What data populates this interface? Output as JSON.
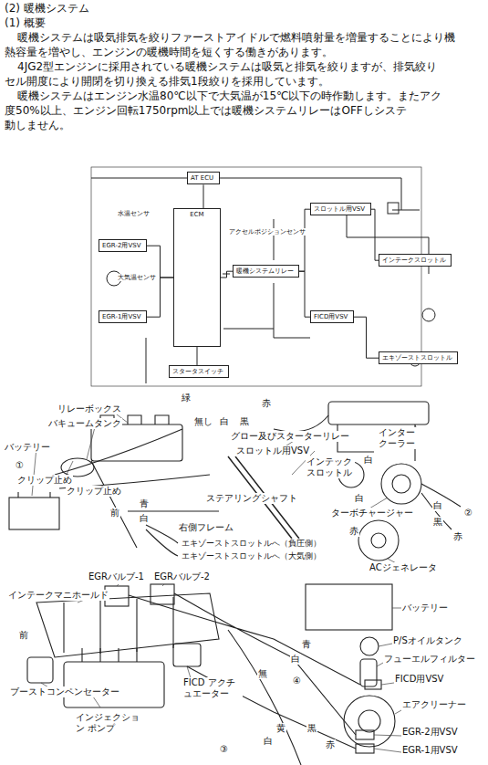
{
  "diagram": {
    "nodes": [
      {
        "text": [
          "AT ECU"
        ]
      },
      {
        "text": [
          "ECM"
        ]
      },
      {
        "text": [
          "暖機システムリレー"
        ]
      },
      {
        "text": [
          "EGR-2用VSV"
        ]
      },
      {
        "text": [
          "EGR-1用VSV"
        ]
      },
      {
        "text": [
          "スロットル用VSV"
        ]
      },
      {
        "text": [
          "FICD用VSV"
        ]
      },
      {
        "text": [
          "インテークスロットル"
        ]
      },
      {
        "text": [
          "エキゾーストスロットル"
        ]
      },
      {
        "text": [
          "スタータスイッチ"
        ]
      }
    ],
    "edges": [
      {
        "from": 0,
        "to": 1,
        "arrow": "none"
      },
      {
        "from": 1,
        "to": 2,
        "arrow": "none"
      },
      {
        "from": 1,
        "to": 3,
        "arrow": "none"
      },
      {
        "from": 1,
        "to": 4,
        "arrow": "none"
      },
      {
        "from": 2,
        "to": 5,
        "arrow": "none"
      },
      {
        "from": 2,
        "to": 6,
        "arrow": "none"
      },
      {
        "from": 5,
        "to": 7,
        "arrow": "none"
      },
      {
        "from": 6,
        "to": 8,
        "arrow": "none"
      },
      {
        "from": 1,
        "to": 9,
        "arrow": "none"
      }
    ],
    "labels": [
      "(2) 暖機システム",
      "(1) 概要",
      "暖機システムは吸気排気を絞りファーストアイドルで燃料噴射量を増量することにより機",
      "熱容量を増やし、エンジンの暖機時間を短くする働きがあります。",
      "4JG2型エンジンに採用されている暖機システムは吸気と排気を絞りますが、排気絞り",
      "セル開度により開閉を切り換える排気1段絞りを採用しています。",
      "暖機システムはエンジン水温80℃以下で大気温が15℃以下の時作動します。またアク",
      "度50%以上、エンジン回転1750rpm以上では暖機システムリレーはOFFしシステ",
      "動しません。",
      "水温センサ",
      "大気温センサ",
      "アクセルポジションセンサ",
      "緑",
      "赤",
      "リレーボックス",
      "バキュームタンク",
      "無し",
      "白",
      "黒",
      "グロー及びスターターリレー",
      "スロットル用VSV",
      "バッテリー",
      "①",
      "クリップ止め",
      "クリップ止め",
      "ステアリングシャフト",
      "前",
      "青",
      "白",
      "右側フレーム",
      "エキゾーストスロットルへ（負圧側）",
      "エキゾーストスロットルへ（大気側）",
      "インター クーラー",
      "インテック スロットル",
      "白",
      "白",
      "ターボチャージャー",
      "赤",
      "ACジェネレータ",
      "②",
      "白",
      "黒",
      "赤",
      "インテークマニホールド",
      "EGRバルブ-1",
      "EGRバルブ-2",
      "前",
      "ブーストコンペンセーター",
      "FICD アクチュエーター",
      "インジェクション ポンプ",
      "バッテリー",
      "P/Sオイルタンク",
      "フューエルフィルター",
      "FICD用VSV",
      "エアクリーナー",
      "EGR-2用VSV",
      "EGR-1用VSV",
      "青",
      "白",
      "無",
      "黄",
      "白",
      "黒",
      "赤",
      "③",
      "④"
    ]
  }
}
